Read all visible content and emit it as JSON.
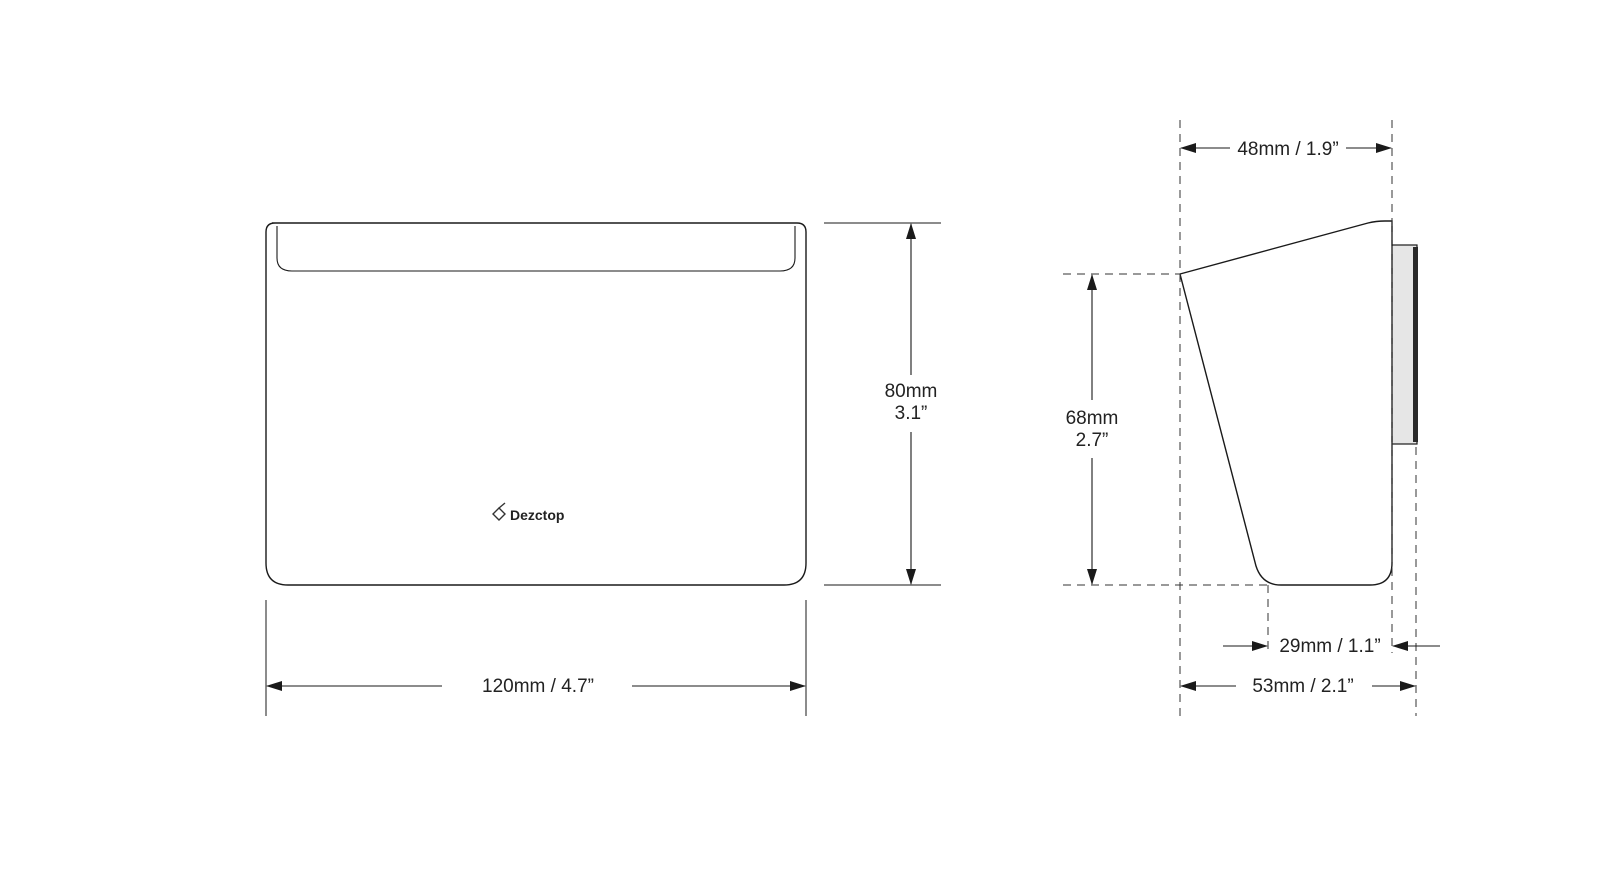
{
  "front_view": {
    "brand": "Dezctop",
    "brand_icon": "dezctop-logo-icon",
    "width_label": "120mm / 4.7”",
    "height_label_mm": "80mm",
    "height_label_in": "3.1”"
  },
  "side_view": {
    "top_depth_label": "48mm / 1.9”",
    "front_height_label_mm": "68mm",
    "front_height_label_in": "2.7”",
    "bottom_depth_label": "29mm / 1.1”",
    "total_depth_label": "53mm / 2.1”"
  },
  "colors": {
    "line": "#1a1a1a",
    "background": "#ffffff",
    "mount_plate": "#e6e6e6",
    "mount_strip": "#2a2a2a"
  }
}
